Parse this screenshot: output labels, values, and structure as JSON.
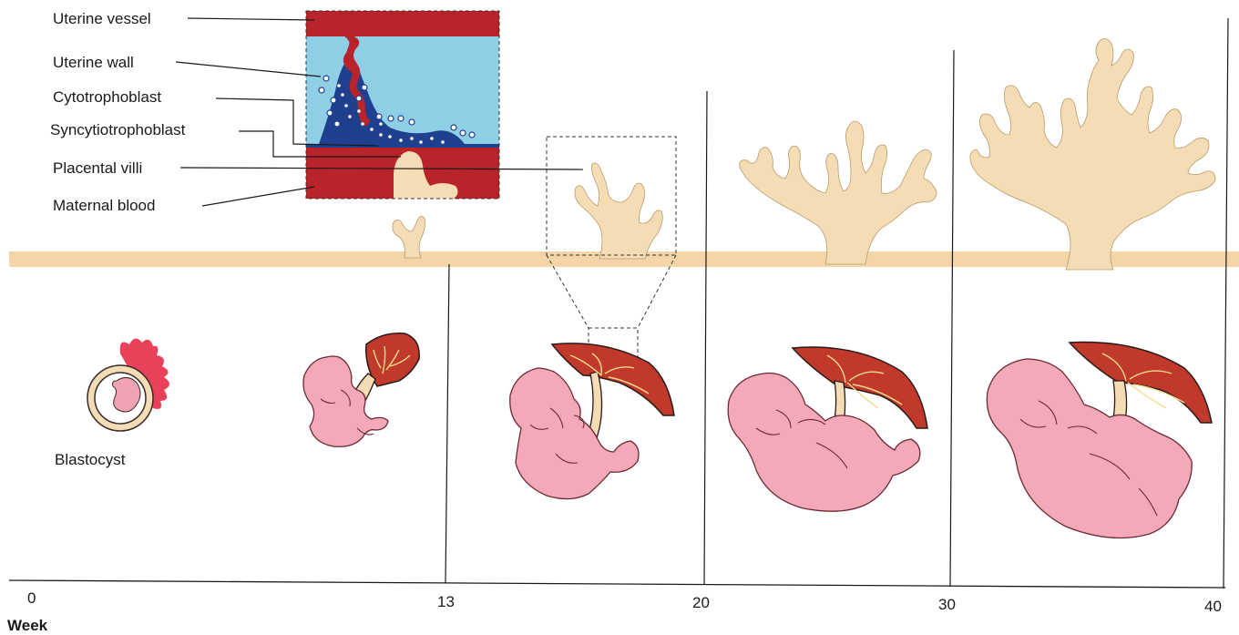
{
  "labels": {
    "uterine_vessel": "Uterine vessel",
    "uterine_wall": "Uterine wall",
    "cytotrophoblast": "Cytotrophoblast",
    "syncytiotrophoblast": "Syncytiotrophoblast",
    "placental_villi": "Placental villi",
    "maternal_blood": "Maternal blood",
    "blastocyst": "Blastocyst"
  },
  "axis": {
    "title": "Week",
    "ticks": [
      "0",
      "13",
      "20",
      "30",
      "40"
    ]
  },
  "colors": {
    "maternal_red": "#b9232a",
    "uterine_blue": "#8ecfe6",
    "syncytio_navy": "#1f3f8f",
    "villus_beige": "#f4dcb4",
    "membrane_band": "#f4d5a8",
    "fetus_pink": "#f4a9b8",
    "placenta_red": "#cc3a1e"
  }
}
